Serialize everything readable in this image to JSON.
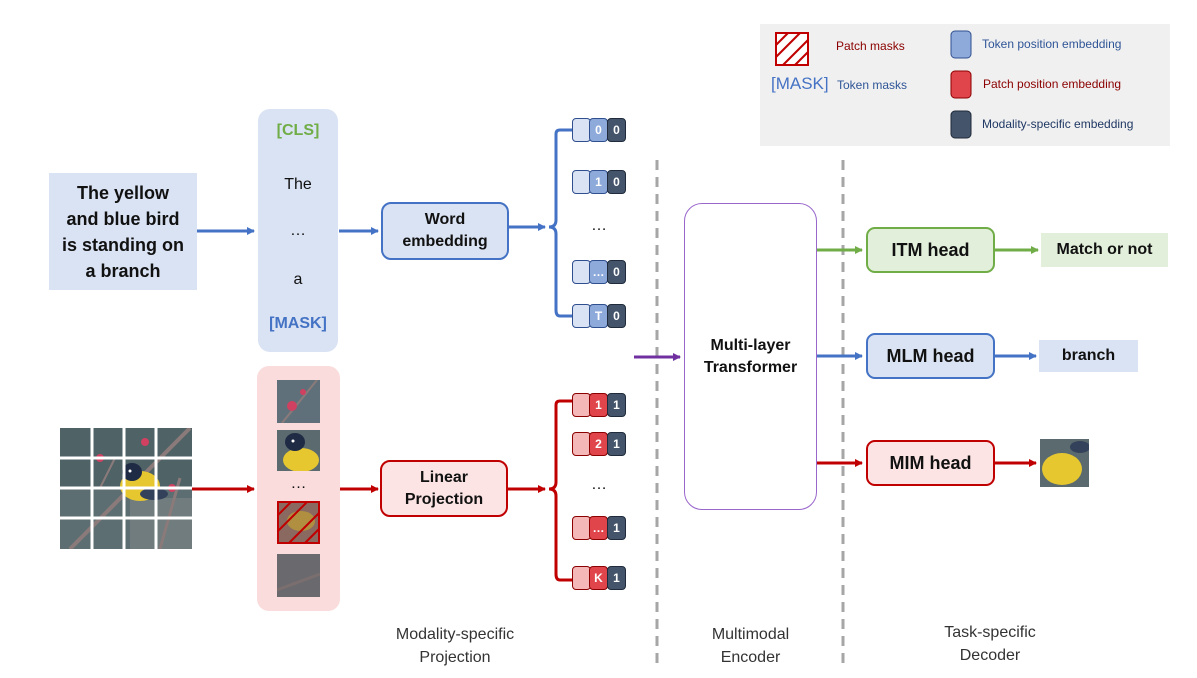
{
  "legend": {
    "patch_masks": "Patch masks",
    "mask_token": "[MASK]",
    "token_masks": "Token masks",
    "token_position_embedding": "Token position embedding",
    "patch_position_embedding": "Patch position embedding",
    "modality_specific_embedding": "Modality-specific embedding"
  },
  "text_input": {
    "sentence_line1": "The yellow",
    "sentence_line2": "and blue bird",
    "sentence_line3": "is standing on",
    "sentence_line4": "a branch"
  },
  "token_column": [
    "[CLS]",
    "The",
    "…",
    "a",
    "[MASK]"
  ],
  "patch_column": {
    "ellipsis": "…"
  },
  "word_embedding": {
    "line1": "Word",
    "line2": "embedding"
  },
  "linear_projection": {
    "line1": "Linear",
    "line2": "Projection"
  },
  "text_tokens": [
    {
      "position": "0",
      "modality": "0"
    },
    {
      "position": "1",
      "modality": "0"
    },
    {
      "position": "…",
      "modality": "0"
    },
    {
      "position": "T",
      "modality": "0"
    }
  ],
  "text_tokens_ellipsis": "…",
  "image_tokens": [
    {
      "position": "1",
      "modality": "1"
    },
    {
      "position": "2",
      "modality": "1"
    },
    {
      "position": "…",
      "modality": "1"
    },
    {
      "position": "K",
      "modality": "1"
    }
  ],
  "image_tokens_ellipsis": "…",
  "transformer": {
    "line1": "Multi-layer",
    "line2": "Transformer"
  },
  "heads": {
    "itm": "ITM head",
    "mlm": "MLM head",
    "mim": "MIM head"
  },
  "outputs": {
    "itm": "Match or not",
    "mlm": "branch"
  },
  "captions": {
    "projection_line1": "Modality-specific",
    "projection_line2": "Projection",
    "encoder_line1": "Multimodal",
    "encoder_line2": "Encoder",
    "decoder_line1": "Task-specific",
    "decoder_line2": "Decoder"
  },
  "colors": {
    "text_flow": "#4472c4",
    "image_flow": "#c00000",
    "itm_flow": "#70ad47",
    "multimodal_flow": "#7030a0",
    "token_pos": "#8eaadb",
    "patch_pos": "#e0454b",
    "modality": "#44546a",
    "legend_bg": "#f0f0f0"
  }
}
